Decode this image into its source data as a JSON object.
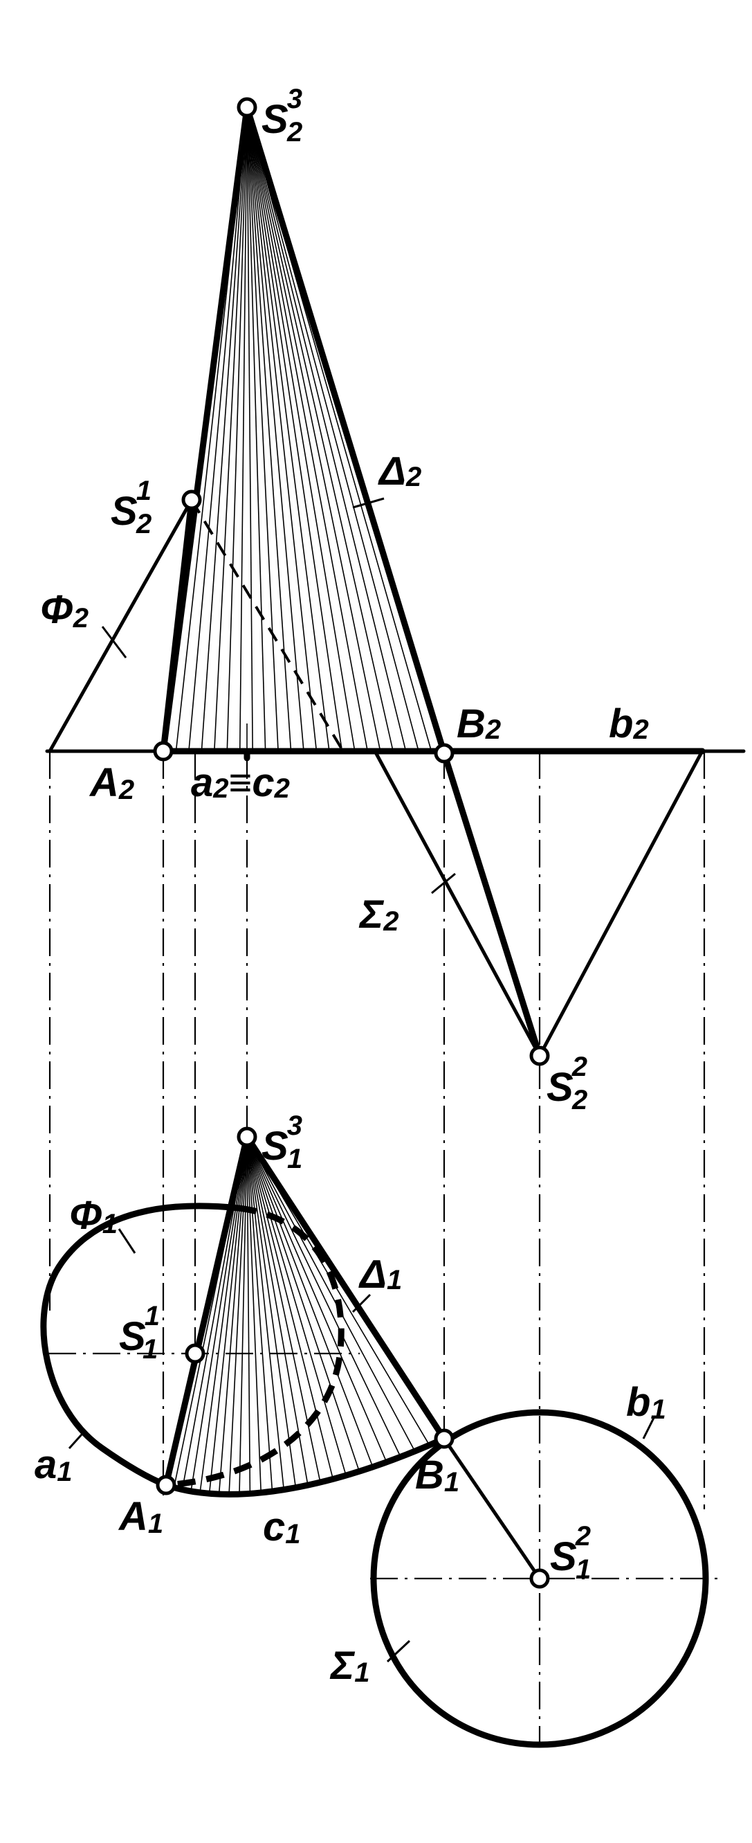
{
  "labels": {
    "S2_3": {
      "main": "S",
      "sub": "2",
      "sup": "3"
    },
    "S2_1": {
      "main": "S",
      "sub": "2",
      "sup": "1"
    },
    "S2_2": {
      "main": "S",
      "sub": "2",
      "sup": "2"
    },
    "S1_3": {
      "main": "S",
      "sub": "1",
      "sup": "3"
    },
    "S1_1": {
      "main": "S",
      "sub": "1",
      "sup": "1"
    },
    "S1_2": {
      "main": "S",
      "sub": "1",
      "sup": "2"
    },
    "Delta2": {
      "main": "Δ",
      "sub": "2"
    },
    "Delta1": {
      "main": "Δ",
      "sub": "1"
    },
    "Phi2": {
      "main": "Φ",
      "sub": "2"
    },
    "Phi1": {
      "main": "Φ",
      "sub": "1"
    },
    "Sigma2": {
      "main": "Σ",
      "sub": "2"
    },
    "Sigma1": {
      "main": "Σ",
      "sub": "1"
    },
    "A2": {
      "main": "A",
      "sub": "2"
    },
    "B2": {
      "main": "B",
      "sub": "2"
    },
    "b2": {
      "main": "b",
      "sub": "2"
    },
    "a2c2": {
      "main": "a",
      "sub": "2",
      "mid": "≡c",
      "sub2": "2"
    },
    "A1": {
      "main": "A",
      "sub": "1"
    },
    "B1": {
      "main": "B",
      "sub": "1"
    },
    "a1": {
      "main": "a",
      "sub": "1"
    },
    "b1": {
      "main": "b",
      "sub": "1"
    },
    "c1": {
      "main": "c",
      "sub": "1"
    }
  }
}
